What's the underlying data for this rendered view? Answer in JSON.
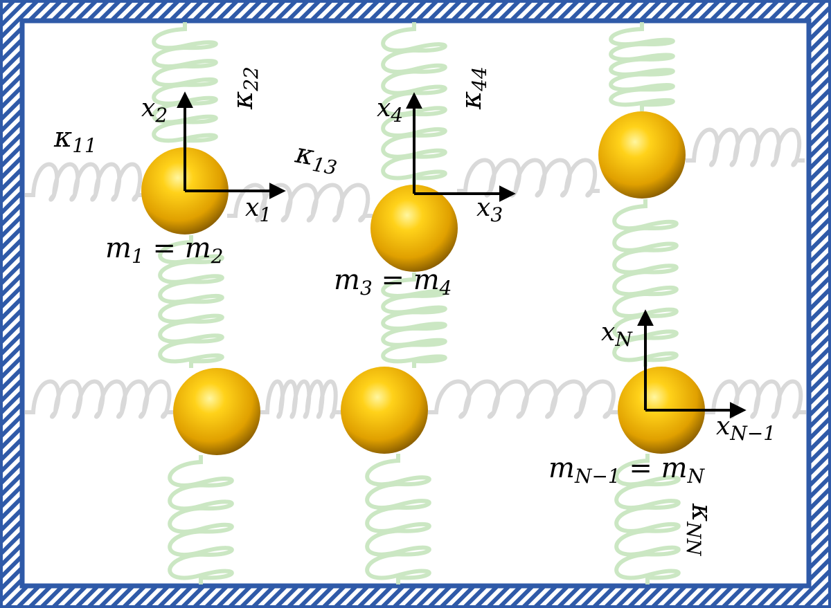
{
  "colors": {
    "frame_blue": "#2f5aa8",
    "frame_stripe_white": "#ffffff",
    "horizontal_spring": "#d9d9d9",
    "vertical_spring": "#c8e6c0",
    "mass_gold": "#f0b400",
    "axis": "#000000"
  },
  "springs": {
    "k11": {
      "sym": "κ",
      "sub": "11"
    },
    "k13": {
      "sym": "κ",
      "sub": "13"
    },
    "k22": {
      "sym": "κ",
      "sub": "22"
    },
    "k44": {
      "sym": "κ",
      "sub": "44"
    },
    "kNN": {
      "sym": "κ",
      "sub": "NN"
    }
  },
  "axes": {
    "x1": {
      "sym": "x",
      "sub": "1"
    },
    "x2": {
      "sym": "x",
      "sub": "2"
    },
    "x3": {
      "sym": "x",
      "sub": "3"
    },
    "x4": {
      "sym": "x",
      "sub": "4"
    },
    "xN": {
      "sym": "x",
      "sub": "N"
    },
    "xNm1": {
      "sym": "x",
      "sub": "N−1"
    }
  },
  "masses": {
    "m12": {
      "a": "m",
      "a_sub": "1",
      "eq": " = ",
      "b": "m",
      "b_sub": "2"
    },
    "m34": {
      "a": "m",
      "a_sub": "3",
      "eq": " = ",
      "b": "m",
      "b_sub": "4"
    },
    "mN": {
      "a": "m",
      "a_sub": "N−1",
      "eq": " = ",
      "b": "m",
      "b_sub": "N"
    }
  }
}
